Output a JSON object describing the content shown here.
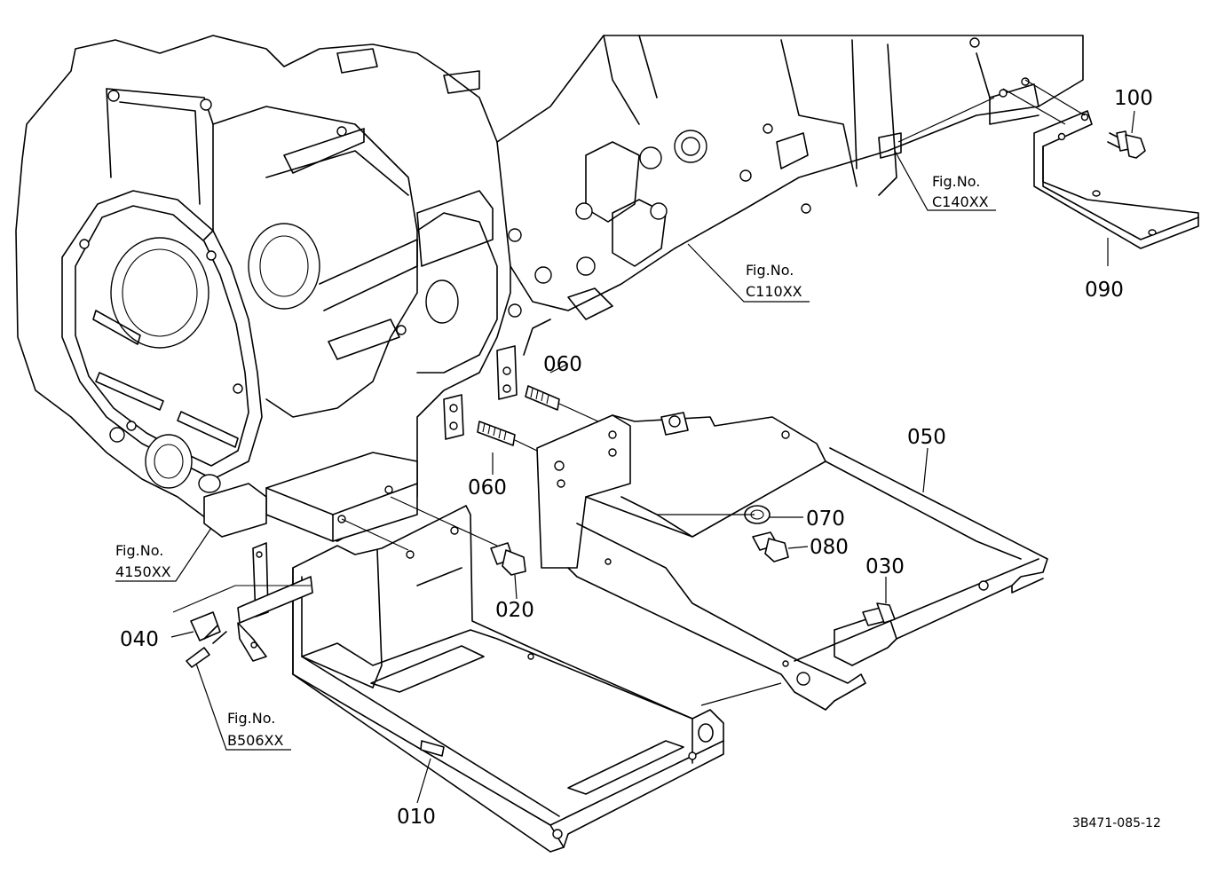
{
  "callouts": [
    {
      "id": "010",
      "label": "010"
    },
    {
      "id": "020",
      "label": "020"
    },
    {
      "id": "030",
      "label": "030"
    },
    {
      "id": "040",
      "label": "040"
    },
    {
      "id": "050",
      "label": "050"
    },
    {
      "id": "060a",
      "label": "060"
    },
    {
      "id": "060b",
      "label": "060"
    },
    {
      "id": "070",
      "label": "070"
    },
    {
      "id": "080",
      "label": "080"
    },
    {
      "id": "090",
      "label": "090"
    },
    {
      "id": "100",
      "label": "100"
    }
  ],
  "figure_refs": [
    {
      "id": "c140",
      "caption": "Fig.No.",
      "code": "C140XX"
    },
    {
      "id": "c110",
      "caption": "Fig.No.",
      "code": "C110XX"
    },
    {
      "id": "4150",
      "caption": "Fig.No.",
      "code": "4150XX"
    },
    {
      "id": "b506",
      "caption": "Fig.No.",
      "code": "B506XX"
    }
  ],
  "drawing_id": "3B471-085-12"
}
